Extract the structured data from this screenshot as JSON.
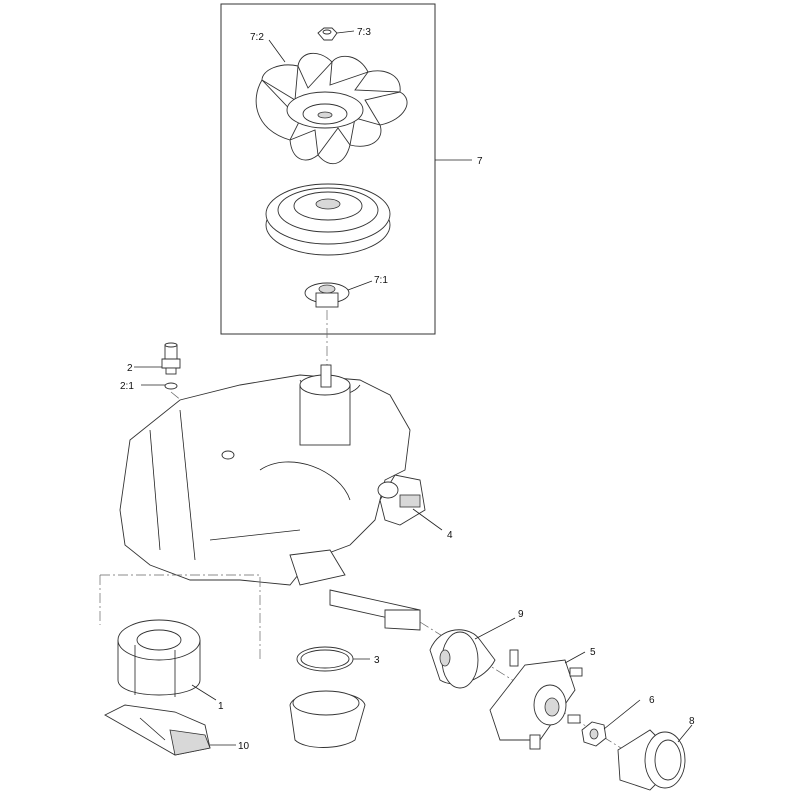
{
  "callouts": [
    {
      "id": "c-7-2",
      "text": "7:2"
    },
    {
      "id": "c-7-3",
      "text": "7:3"
    },
    {
      "id": "c-7",
      "text": "7"
    },
    {
      "id": "c-7-1",
      "text": "7:1"
    },
    {
      "id": "c-2",
      "text": "2"
    },
    {
      "id": "c-2-1",
      "text": "2:1"
    },
    {
      "id": "c-4",
      "text": "4"
    },
    {
      "id": "c-9",
      "text": "9"
    },
    {
      "id": "c-3",
      "text": "3"
    },
    {
      "id": "c-5",
      "text": "5"
    },
    {
      "id": "c-1",
      "text": "1"
    },
    {
      "id": "c-6",
      "text": "6"
    },
    {
      "id": "c-8",
      "text": "8"
    },
    {
      "id": "c-10",
      "text": "10"
    }
  ],
  "colors": {
    "line": "#222222",
    "shade": "#d8d8d8",
    "background": "#ffffff"
  }
}
